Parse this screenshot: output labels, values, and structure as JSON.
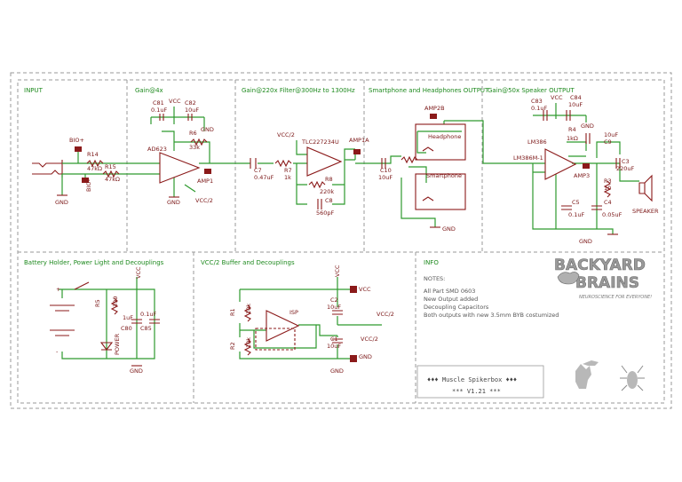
{
  "sections": {
    "input": "INPUT",
    "gain4x": "Gain@4x",
    "filter": "Gain@220x Filter@300Hz to 1300Hz",
    "output": "Smartphone and Headphones OUTPUT",
    "gain50": "Gain@50x Speaker OUTPUT",
    "battery": "Battery Holder, Power Light and Decouplings",
    "vcc2": "VCC/2 Buffer and Decouplings",
    "info": "INFO"
  },
  "input": {
    "bio_plus": "BIO+",
    "bio_minus": "BIO-",
    "r14": "R14",
    "r14v": "47kΩ",
    "r15": "R15",
    "r15v": "47kΩ",
    "gnd": "GND"
  },
  "gain4x": {
    "vcc": "VCC",
    "c81": "C81",
    "c81v": "0.1uF",
    "c82": "C82",
    "c82v": "10uF",
    "gnd": "GND",
    "r6": "R6",
    "r6v": "33k",
    "ad": "AD623",
    "amp1": "AMP1",
    "vcc2": "VCC/2",
    "gnd2": "GND"
  },
  "filter": {
    "vcc2": "VCC/2",
    "tlc": "TLC227234U",
    "c7": "C7",
    "c7v": "0.47uF",
    "r7": "R7",
    "r7v": "1k",
    "r8": "R8",
    "r8v": "220k",
    "c8": "C8",
    "c8v": "560pF",
    "amp1a": "AMP1A"
  },
  "output": {
    "amp2b": "AMP2B",
    "headphone": "Headphone",
    "smartphone": "Smartphone",
    "c10": "C10",
    "c10v": "10uF",
    "gnd": "GND"
  },
  "gain50": {
    "c83": "C83",
    "c83v": "0.1uF",
    "vcc": "VCC",
    "c84": "C84",
    "c84v": "10uF",
    "gnd": "GND",
    "lm386": "LM386",
    "lm386m": "LM386M-1",
    "r4": "R4",
    "r4v": "1kΩ",
    "c9v": "10uF",
    "c9": "C9",
    "c3": "C3",
    "c3v": "220uF",
    "amp3": "AMP3",
    "r3": "R3",
    "r3v": "10",
    "c5": "C5",
    "c5v": "0.1uF",
    "c4": "C4",
    "c4v": "0.05uF",
    "speaker": "SPEAKER",
    "gnd2": "GND"
  },
  "battery": {
    "vcc": "VCC",
    "r5": "R5",
    "r5v": "390",
    "c80": "C80",
    "c80v": "1uF",
    "c85": "C85",
    "c85v": "0.1uF",
    "power": "POWER",
    "gnd": "GND",
    "plus": "+",
    "minus": "-"
  },
  "vcc2": {
    "vcc": "VCC",
    "r1": "R1",
    "r1v": "10k",
    "r2": "R2",
    "r2v": "10k",
    "isp": "ISP",
    "c2": "C2",
    "c2v": "10uF",
    "c1": "C1",
    "c1v": "10uF",
    "vcc2": "VCC/2",
    "gnd": "GND"
  },
  "info": {
    "notes": "NOTES:",
    "line1": "All Part SMD 0603",
    "line2": "New Output added",
    "line3": "Decoupling Capacitors",
    "line4": "Both outputs with new 3.5mm BYB costumized"
  },
  "logo": {
    "line1": "BACKYARD",
    "line2": "BRAINS",
    "tagline": "NEUROSCIENCE FOR EVERYONE!"
  },
  "title_block": {
    "title": "♦♦♦ Muscle Spikerbox ♦♦♦",
    "version": "*** V1.21 ***"
  },
  "colors": {
    "wire": "#2e9a2e",
    "part": "#8b1a1a",
    "frame": "#9a9a9a"
  }
}
